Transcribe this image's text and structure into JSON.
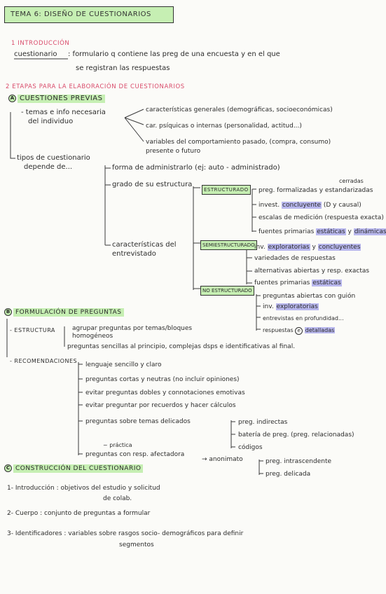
{
  "title": "TEMA 6: DISEÑO DE CUESTIONARIOS",
  "s1": {
    "heading": "1 INTRODUCCIÓN",
    "term": "cuestionario",
    "def1": ": formulario q contiene las preg de una encuesta y en el que",
    "def2": "se registran las respuestas"
  },
  "s2": {
    "heading": "2 ETAPAS PARA LA ELABORACIÓN DE CUESTIONARIOS",
    "a_letter": "A",
    "a_title": "CUESTIONES PREVIAS",
    "temas1": "- temas e info necesaria",
    "temas2": "del individuo",
    "car1": "características generales (demográficas, socioeconómicas)",
    "car2": "car. psíquicas o internas (personalidad, actitud...)",
    "car3a": "variables del comportamiento pasado, (compra, consumo)",
    "car3b": "presente o futuro",
    "tipos1": "tipos de cuestionario",
    "tipos2": "depende de...",
    "forma": "forma de administrarlo (ej: auto - administrado)",
    "grado": "grado de su estructura",
    "caract1": "características del",
    "caract2": "entrevistado",
    "estructurado": "ESTRUCTURADO",
    "semi": "SEMIESTRUCTURADO",
    "noest": "NO ESTRUCTURADO",
    "e1a": "preg. formalizadas",
    "e1b": "y estandarizadas",
    "e1sup": "cerradas",
    "e2a": "invest.",
    "e2b": "concluyente",
    "e2c": "(D y causal)",
    "e3": "escalas de medición (respuesta exacta)",
    "e4a": "fuentes primarias",
    "e4b": "estáticas",
    "e4c": "y",
    "e4d": "dinámicas",
    "se1a": "inv.",
    "se1b": "exploratorias",
    "se1c": "y",
    "se1d": "concluyentes",
    "se2": "variedades de respuestas",
    "se3": "alternativas abiertas y resp. exactas",
    "se4a": "fuentes primarias",
    "se4b": "estáticas",
    "ne1": "preguntas abiertas con guión",
    "ne2a": "inv.",
    "ne2b": "exploratorias",
    "ne3": "entrevistas en profundidad...",
    "ne4a": "respuestas",
    "ne4b": "e",
    "ne4c": "detalladas",
    "b_letter": "B",
    "b_title": "FORMULACIÓN DE PREGUNTAS",
    "estructura": "- ESTRUCTURA",
    "agr1": "agrupar preguntas por temas/bloques",
    "agr2": "homogéneos",
    "sencillas": "preguntas sencillas al principio, complejas dsps e identificativas al final.",
    "recom": "- RECOMENDACIONES",
    "r1": "lenguaje sencillo y claro",
    "r2": "preguntas cortas y neutras (no incluir opiniones)",
    "r3": "evitar preguntas dobles y connotaciones emotivas",
    "r4": "evitar preguntar por recuerdos y hacer cálculos",
    "r5": "preguntas sobre temas delicados",
    "d1": "preg. indirectas",
    "d2": "batería de preg. (preg. relacionadas)",
    "d3": "códigos",
    "practica": "~ práctica",
    "r6": "preguntas con resp. afectadora",
    "anon": "→ anonimato",
    "a1": "preg. intrascendente",
    "a2": "preg. delicada",
    "c_letter": "C",
    "c_title": "CONSTRUCCIÓN DEL CUESTIONARIO",
    "c1a": "1- Introducción : objetivos del estudio y solicitud",
    "c1b": "de colab.",
    "c2": "2- Cuerpo : conjunto de preguntas a formular",
    "c3a": "3- Identificadores : variables sobre rasgos socio- demográficos para definir",
    "c3b": "segmentos"
  }
}
